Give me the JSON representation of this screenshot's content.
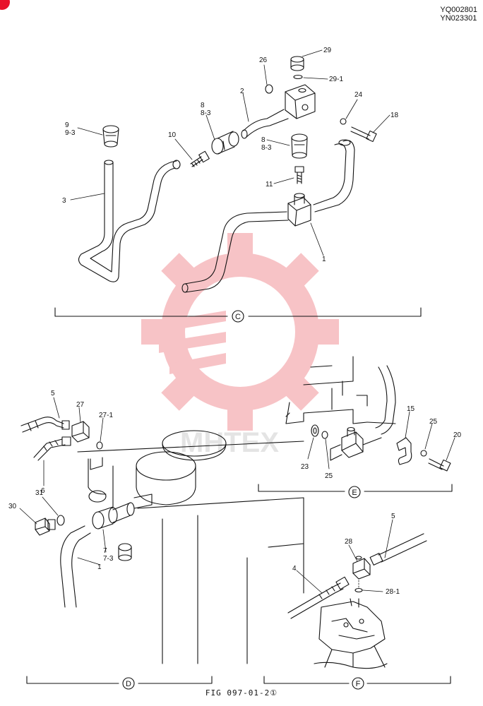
{
  "header": {
    "code_1": "YQ002801",
    "code_2": "YN023301"
  },
  "watermark": {
    "text": "MHTEX",
    "color": "#f6b9bd"
  },
  "sections": {
    "c": "C",
    "d": "D",
    "e": "E",
    "f": "F"
  },
  "labels": {
    "l29": "29",
    "l29_1": "29-1",
    "l26": "26",
    "l2": "2",
    "l24": "24",
    "l18": "18",
    "l8a": "8",
    "l8_3a": "8-3",
    "l8b": "8",
    "l8_3b": "8-3",
    "l9": "9",
    "l9_3": "9-3",
    "l10": "10",
    "l3": "3",
    "l11": "11",
    "l1c": "1",
    "l5d": "5",
    "l27": "27",
    "l27_1": "27-1",
    "l6": "6",
    "l31": "31",
    "l30": "30",
    "l7": "7",
    "l7_3": "7-3",
    "l1d": "1",
    "l15": "15",
    "l25a": "25",
    "l20": "20",
    "l23": "23",
    "l25b": "25",
    "l5f": "5",
    "l28": "28",
    "l4": "4",
    "l28_1": "28-1"
  },
  "footer": {
    "figure": "FIG 097-01-2①"
  },
  "colors": {
    "line": "#111111",
    "accent": "#e8132a"
  }
}
